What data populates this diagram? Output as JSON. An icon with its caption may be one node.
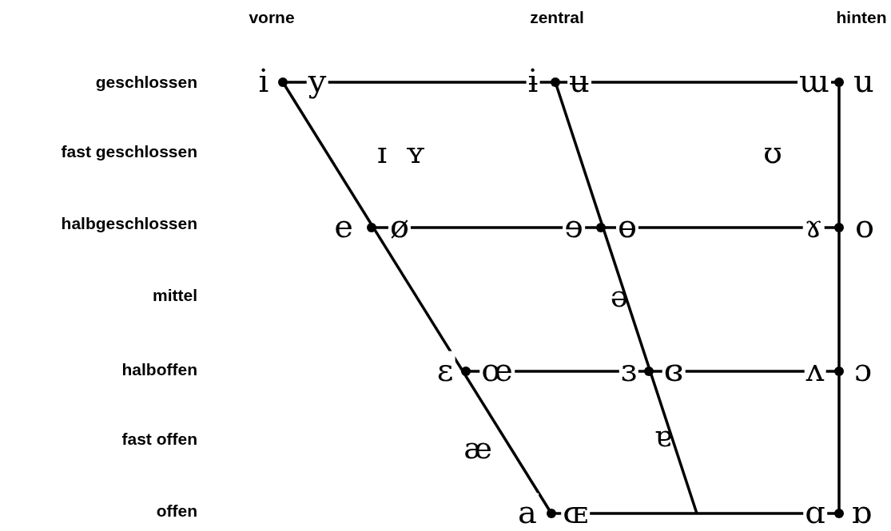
{
  "diagram": {
    "labels": [
      "vorne",
      "zentral",
      "hinten",
      "geschlossen",
      "i",
      "y",
      "ɨ",
      "ʉ",
      "ɯ",
      "u",
      "fast geschlossen",
      "ɪ",
      "ʏ",
      "ʊ",
      "halbgeschlossen",
      "e",
      "ø",
      "ɘ",
      "ɵ",
      "ɤ",
      "o",
      "mittel",
      "ə",
      "halboffen",
      "ɛ",
      "œ",
      "ɜ",
      "ɞ",
      "ʌ",
      "ɔ",
      "fast offen",
      "æ",
      "ɐ",
      "offen",
      "a",
      "ɶ",
      "ɑ",
      "ɒ"
    ]
  }
}
